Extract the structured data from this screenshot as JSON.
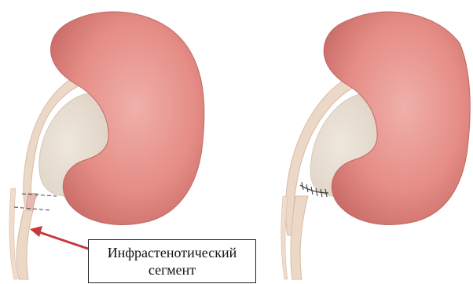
{
  "annotation": {
    "line1": "Инфрастенотический",
    "line2": "сегмент"
  },
  "colors": {
    "kidney_fill": "#e58d86",
    "kidney_highlight": "#f0b0aa",
    "kidney_shadow": "#c86a66",
    "pelvis_fill": "#e7ded3",
    "ureter_fill": "#ecd8c7",
    "ureter_edge": "#d8bba6",
    "arrow": "#c8383a",
    "cut_line": "#444444",
    "box_border": "#222222"
  },
  "panels": [
    {
      "name": "before-repair",
      "shows": "dashed resection lines on ureter"
    },
    {
      "name": "after-repair",
      "shows": "sutured anastomosis"
    }
  ]
}
